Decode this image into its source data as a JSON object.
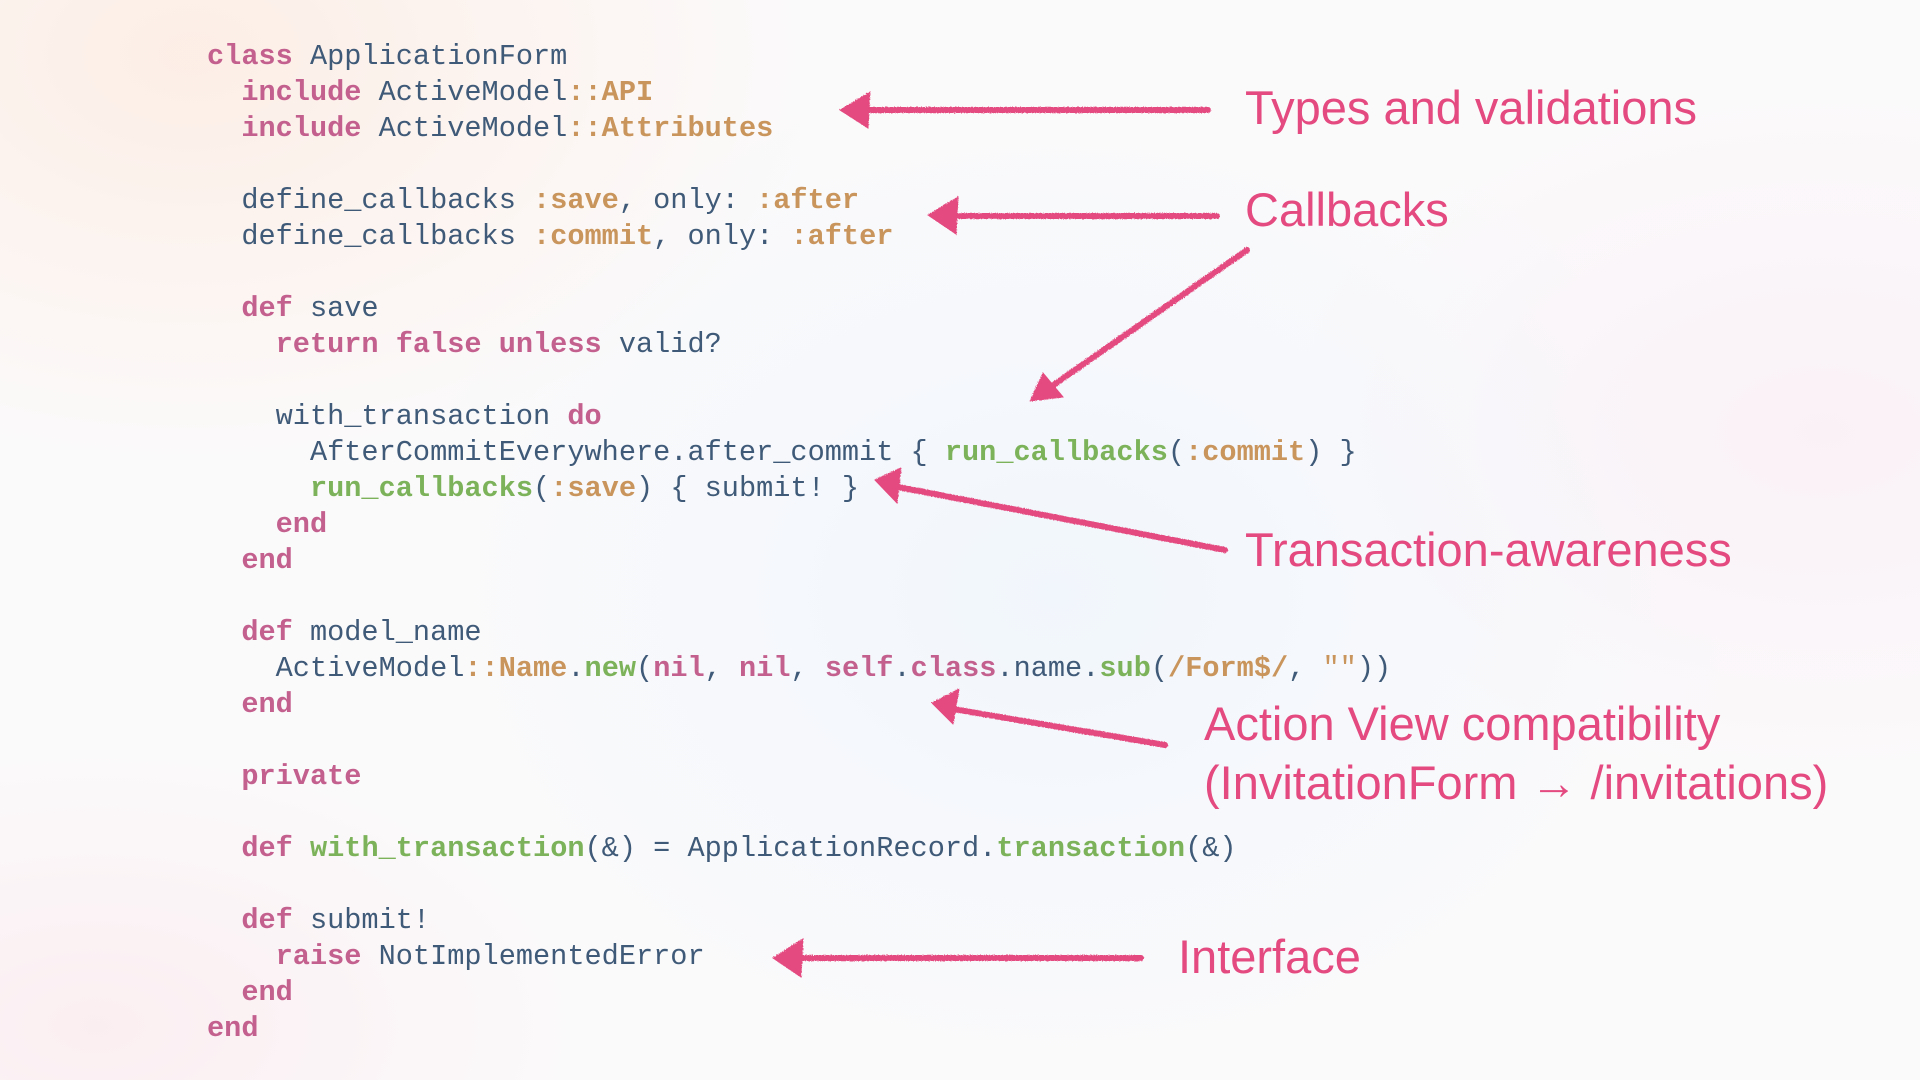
{
  "code": {
    "lines": [
      [
        {
          "t": "class",
          "c": "kw"
        },
        {
          "t": " ApplicationForm",
          "c": "id"
        }
      ],
      [
        {
          "t": "  include",
          "c": "kw"
        },
        {
          "t": " ActiveModel",
          "c": "id"
        },
        {
          "t": "::API",
          "c": "sym"
        }
      ],
      [
        {
          "t": "  include",
          "c": "kw"
        },
        {
          "t": " ActiveModel",
          "c": "id"
        },
        {
          "t": "::Attributes",
          "c": "sym"
        }
      ],
      [],
      [
        {
          "t": "  define_callbacks ",
          "c": "id"
        },
        {
          "t": ":save",
          "c": "sym"
        },
        {
          "t": ", only: ",
          "c": "id"
        },
        {
          "t": ":after",
          "c": "sym"
        }
      ],
      [
        {
          "t": "  define_callbacks ",
          "c": "id"
        },
        {
          "t": ":commit",
          "c": "sym"
        },
        {
          "t": ", only: ",
          "c": "id"
        },
        {
          "t": ":after",
          "c": "sym"
        }
      ],
      [],
      [
        {
          "t": "  def",
          "c": "kw"
        },
        {
          "t": " save",
          "c": "id"
        }
      ],
      [
        {
          "t": "    return false unless",
          "c": "kw"
        },
        {
          "t": " valid?",
          "c": "id"
        }
      ],
      [],
      [
        {
          "t": "    with_transaction ",
          "c": "id"
        },
        {
          "t": "do",
          "c": "kw"
        }
      ],
      [
        {
          "t": "      AfterCommitEverywhere.after_commit { ",
          "c": "id"
        },
        {
          "t": "run_callbacks",
          "c": "fn"
        },
        {
          "t": "(",
          "c": "id"
        },
        {
          "t": ":commit",
          "c": "sym"
        },
        {
          "t": ") }",
          "c": "id"
        }
      ],
      [
        {
          "t": "      run_callbacks",
          "c": "fn"
        },
        {
          "t": "(",
          "c": "id"
        },
        {
          "t": ":save",
          "c": "sym"
        },
        {
          "t": ") { submit! }",
          "c": "id"
        }
      ],
      [
        {
          "t": "    end",
          "c": "kw"
        }
      ],
      [
        {
          "t": "  end",
          "c": "kw"
        }
      ],
      [],
      [
        {
          "t": "  def",
          "c": "kw"
        },
        {
          "t": " model_name",
          "c": "id"
        }
      ],
      [
        {
          "t": "    ActiveModel",
          "c": "id"
        },
        {
          "t": "::Name",
          "c": "sym"
        },
        {
          "t": ".",
          "c": "id"
        },
        {
          "t": "new",
          "c": "fn"
        },
        {
          "t": "(",
          "c": "id"
        },
        {
          "t": "nil",
          "c": "kw"
        },
        {
          "t": ", ",
          "c": "id"
        },
        {
          "t": "nil",
          "c": "kw"
        },
        {
          "t": ", ",
          "c": "id"
        },
        {
          "t": "self",
          "c": "kw"
        },
        {
          "t": ".",
          "c": "id"
        },
        {
          "t": "class",
          "c": "kw"
        },
        {
          "t": ".name.",
          "c": "id"
        },
        {
          "t": "sub",
          "c": "fn"
        },
        {
          "t": "(",
          "c": "id"
        },
        {
          "t": "/Form$/",
          "c": "sym"
        },
        {
          "t": ", ",
          "c": "id"
        },
        {
          "t": "\"\"",
          "c": "str"
        },
        {
          "t": "))",
          "c": "id"
        }
      ],
      [
        {
          "t": "  end",
          "c": "kw"
        }
      ],
      [],
      [
        {
          "t": "  private",
          "c": "kw"
        }
      ],
      [],
      [
        {
          "t": "  def",
          "c": "kw"
        },
        {
          "t": " ",
          "c": "id"
        },
        {
          "t": "with_transaction",
          "c": "fn"
        },
        {
          "t": "(&) = ApplicationRecord.",
          "c": "id"
        },
        {
          "t": "transaction",
          "c": "fn"
        },
        {
          "t": "(&)",
          "c": "id"
        }
      ],
      [],
      [
        {
          "t": "  def",
          "c": "kw"
        },
        {
          "t": " submit!",
          "c": "id"
        }
      ],
      [
        {
          "t": "    raise",
          "c": "kw"
        },
        {
          "t": " NotImplementedError",
          "c": "id"
        }
      ],
      [
        {
          "t": "  end",
          "c": "kw"
        }
      ],
      [
        {
          "t": "end",
          "c": "kw"
        }
      ]
    ]
  },
  "annotations": {
    "types": "Types and validations",
    "callbacks": "Callbacks",
    "transaction": "Transaction-awareness",
    "action_view_1": "Action View compatibility",
    "action_view_2": "(InvitationForm → /invitations)",
    "interface": "Interface"
  },
  "colors": {
    "keyword": "#c4608e",
    "identifier": "#3f5a78",
    "symbol": "#c9955c",
    "method": "#7cb35a",
    "annotation": "#e4497f"
  }
}
